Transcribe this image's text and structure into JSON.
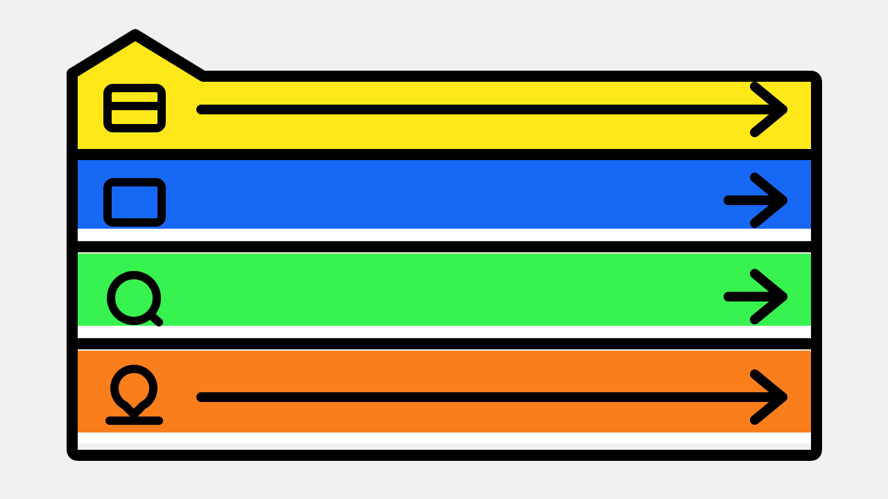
{
  "colors": {
    "background": "#f1f1f1",
    "outline": "#000000",
    "divider": "#ffffff"
  },
  "rows": [
    {
      "id": "row-1",
      "fill": "#ffe81a",
      "icon": "card-icon",
      "arrow": "long-arrow-icon",
      "has_house_tab": true,
      "has_white_strip": false
    },
    {
      "id": "row-2",
      "fill": "#1768f5",
      "icon": "window-icon",
      "arrow": "short-arrow-icon",
      "has_house_tab": false,
      "has_white_strip": true
    },
    {
      "id": "row-3",
      "fill": "#37f24f",
      "icon": "search-icon",
      "arrow": "short-arrow-icon",
      "has_house_tab": false,
      "has_white_strip": true
    },
    {
      "id": "row-4",
      "fill": "#fb7e1c",
      "icon": "user-icon",
      "arrow": "long-arrow-icon",
      "has_house_tab": false,
      "has_white_strip": true
    }
  ]
}
